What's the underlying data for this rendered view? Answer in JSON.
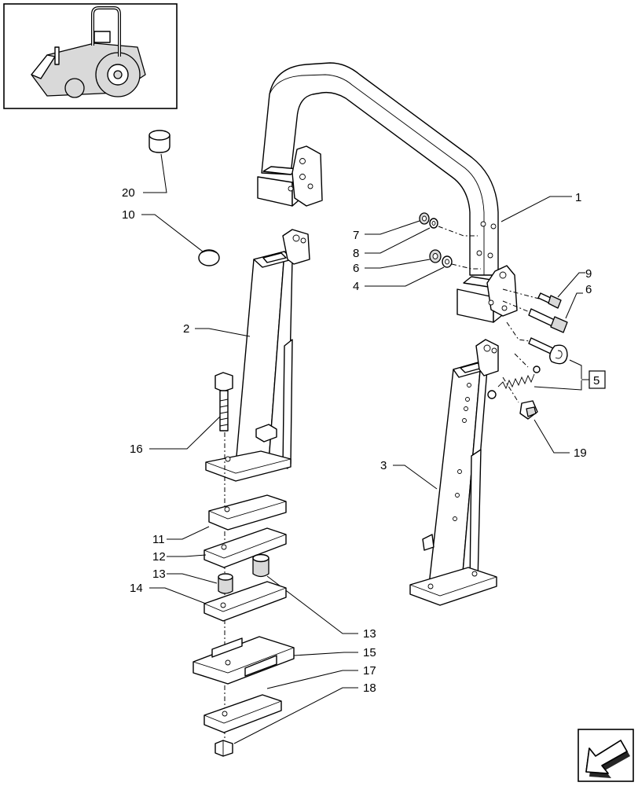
{
  "diagram": {
    "callouts": [
      {
        "id": "c1",
        "label": "1"
      },
      {
        "id": "c2",
        "label": "2"
      },
      {
        "id": "c3",
        "label": "3"
      },
      {
        "id": "c4",
        "label": "4"
      },
      {
        "id": "c5",
        "label": "5"
      },
      {
        "id": "c6a",
        "label": "6"
      },
      {
        "id": "c6b",
        "label": "6"
      },
      {
        "id": "c7",
        "label": "7"
      },
      {
        "id": "c8",
        "label": "8"
      },
      {
        "id": "c9",
        "label": "9"
      },
      {
        "id": "c10",
        "label": "10"
      },
      {
        "id": "c11",
        "label": "11"
      },
      {
        "id": "c12",
        "label": "12"
      },
      {
        "id": "c13a",
        "label": "13"
      },
      {
        "id": "c13b",
        "label": "13"
      },
      {
        "id": "c14",
        "label": "14"
      },
      {
        "id": "c15",
        "label": "15"
      },
      {
        "id": "c16",
        "label": "16"
      },
      {
        "id": "c17",
        "label": "17"
      },
      {
        "id": "c18",
        "label": "18"
      },
      {
        "id": "c19",
        "label": "19"
      },
      {
        "id": "c20",
        "label": "20"
      }
    ],
    "icons": {
      "thumbnail": "tractor-thumbnail-icon",
      "nav": "next-page-arrow-icon"
    }
  }
}
